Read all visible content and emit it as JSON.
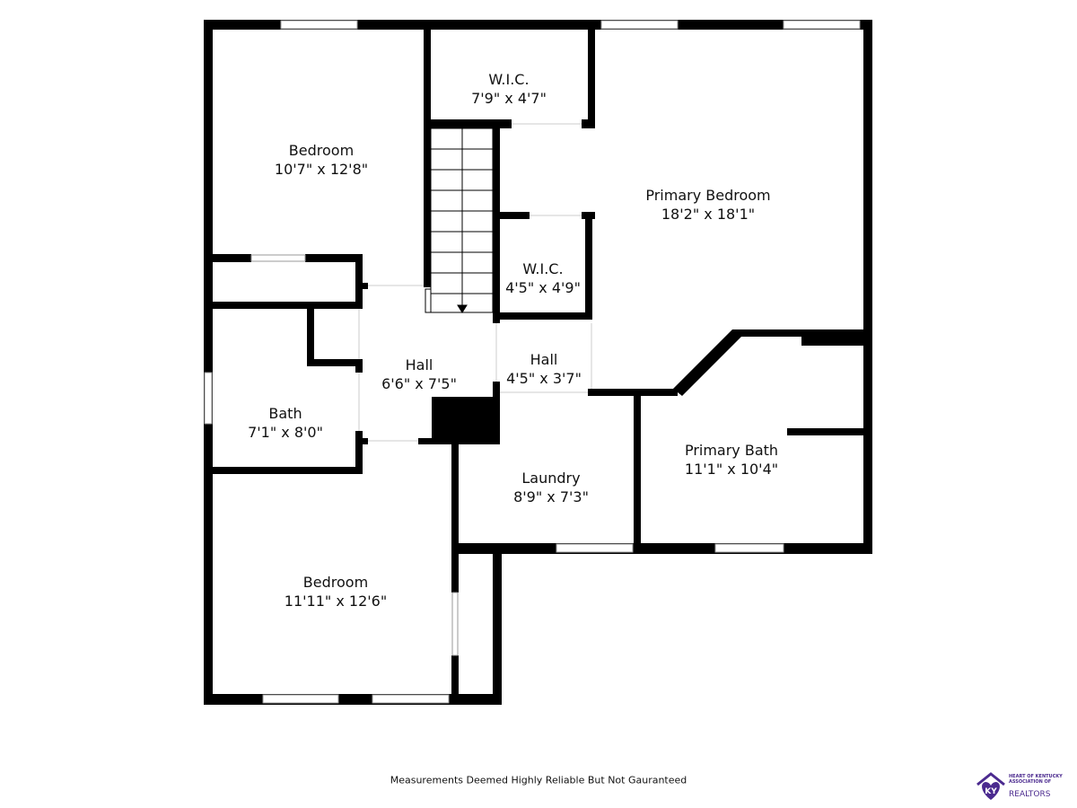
{
  "rooms": [
    {
      "name": "Bedroom",
      "size": "10'7\" x 12'8\""
    },
    {
      "name": "W.I.C.",
      "size": "7'9\" x 4'7\""
    },
    {
      "name": "Primary Bedroom",
      "size": "18'2\" x 18'1\""
    },
    {
      "name": "W.I.C.",
      "size": "4'5\" x 4'9\""
    },
    {
      "name": "Hall",
      "size": "6'6\" x 7'5\""
    },
    {
      "name": "Hall",
      "size": "4'5\" x 3'7\""
    },
    {
      "name": "Bath",
      "size": "7'1\" x 8'0\""
    },
    {
      "name": "Primary Bath",
      "size": "11'1\" x 10'4\""
    },
    {
      "name": "Laundry",
      "size": "8'9\" x 7'3\""
    },
    {
      "name": "Bedroom",
      "size": "11'11\" x 12'6\""
    }
  ],
  "footer": "Measurements Deemed Highly Reliable But Not Gauranteed",
  "logo": {
    "initials": "KY",
    "association": "HEART OF KENTUCKY ASSOCIATION OF",
    "brand": "REALTORS"
  },
  "colors": {
    "wall": "#000000",
    "window": "#ffffff",
    "logo": "#4b2a8f"
  }
}
